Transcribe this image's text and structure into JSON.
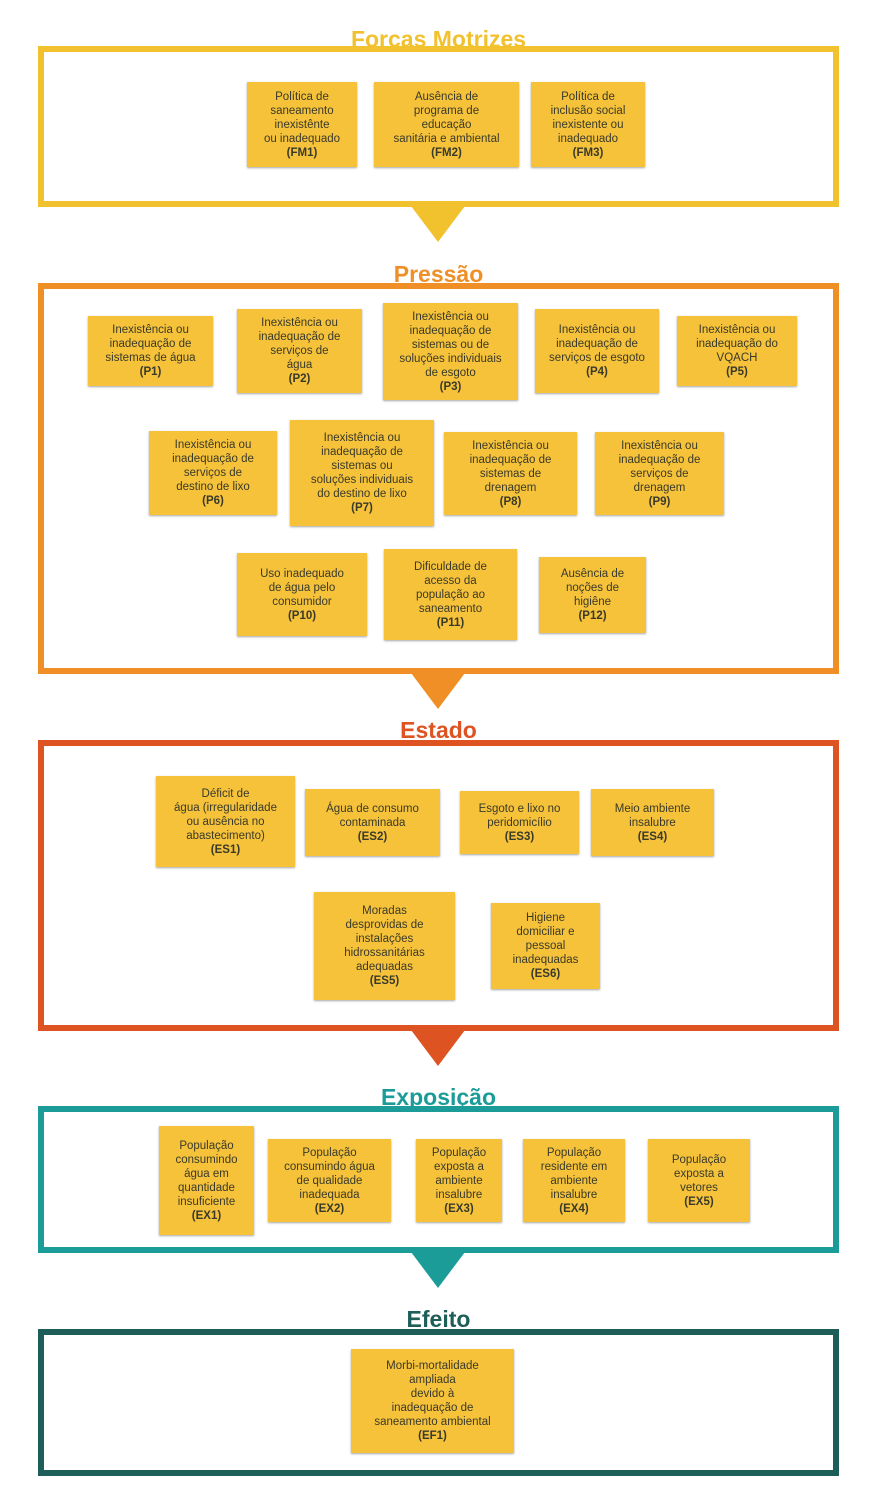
{
  "colors": {
    "forcas": "#f2c12e",
    "pressao": "#ef8f26",
    "estado": "#dd5322",
    "exposicao": "#1c9c98",
    "efeito": "#1e5e59",
    "note": "#f5c23a"
  },
  "sections": {
    "forcas": {
      "title": "Forças Motrizes",
      "notes": [
        {
          "text": "Política de\nsaneamento\ninexistênte\nou inadequado",
          "code": "(FM1)"
        },
        {
          "text": "Ausência de\nprograma de\neducação\nsanitária e ambiental",
          "code": "(FM2)"
        },
        {
          "text": "Política de\ninclusão social\ninexistente ou\ninadequado",
          "code": "(FM3)"
        }
      ]
    },
    "pressao": {
      "title": "Pressão",
      "notes": [
        {
          "text": "Inexistência ou\ninadequação de\nsistemas de água",
          "code": "(P1)"
        },
        {
          "text": "Inexistência ou\ninadequação de\nserviços de\nágua",
          "code": "(P2)"
        },
        {
          "text": "Inexistência ou\ninadequação de\nsistemas ou de\nsoluções individuais\nde esgoto",
          "code": "(P3)"
        },
        {
          "text": "Inexistência ou\ninadequação de\nserviços de esgoto",
          "code": "(P4)"
        },
        {
          "text": "Inexistência ou\ninadequação do\nVQACH",
          "code": "(P5)"
        },
        {
          "text": "Inexistência ou\ninadequação de\nserviços de\ndestino de lixo",
          "code": "(P6)"
        },
        {
          "text": "Inexistência ou\ninadequação de\nsistemas ou\nsoluções individuais\ndo destino de lixo",
          "code": "(P7)"
        },
        {
          "text": "Inexistência ou\ninadequação de\nsistemas de\ndrenagem",
          "code": "(P8)"
        },
        {
          "text": "Inexistência ou\ninadequação de\nserviços de\ndrenagem",
          "code": "(P9)"
        },
        {
          "text": "Uso inadequado\nde água pelo\nconsumidor",
          "code": "(P10)"
        },
        {
          "text": "Dificuldade de\nacesso da\npopulação ao\nsaneamento",
          "code": "(P11)"
        },
        {
          "text": "Ausência de\nnoções de\nhigiêne",
          "code": "(P12)"
        }
      ]
    },
    "estado": {
      "title": "Estado",
      "notes": [
        {
          "text": "Déficit de\nágua (irregularidade\nou ausência no\nabastecimento)",
          "code": "(ES1)"
        },
        {
          "text": "Água de consumo\ncontaminada",
          "code": "(ES2)"
        },
        {
          "text": "Esgoto e lixo no\nperidomicílio",
          "code": "(ES3)"
        },
        {
          "text": "Meio ambiente\ninsalubre",
          "code": "(ES4)"
        },
        {
          "text": "Moradas\ndesprovidas de\ninstalações\nhidrossanitárias\nadequadas",
          "code": "(ES5)"
        },
        {
          "text": "Higiene\ndomiciliar e\npessoal\ninadequadas",
          "code": "(ES6)"
        }
      ]
    },
    "exposicao": {
      "title": "Exposição",
      "notes": [
        {
          "text": "População\nconsumindo\nágua em\nquantidade\ninsuficiente",
          "code": "(EX1)"
        },
        {
          "text": "População\nconsumindo água\nde qualidade\ninadequada",
          "code": "(EX2)"
        },
        {
          "text": "População\nexposta a\nambiente\ninsalubre",
          "code": "(EX3)"
        },
        {
          "text": "População\nresidente em\nambiente\ninsalubre",
          "code": "(EX4)"
        },
        {
          "text": "População\nexposta a\nvetores",
          "code": "(EX5)"
        }
      ]
    },
    "efeito": {
      "title": "Efeito",
      "notes": [
        {
          "text": "Morbi-mortalidade\nampliada\ndevido à\ninadequação de\nsaneamento  ambiental",
          "code": "(EF1)"
        }
      ]
    }
  }
}
